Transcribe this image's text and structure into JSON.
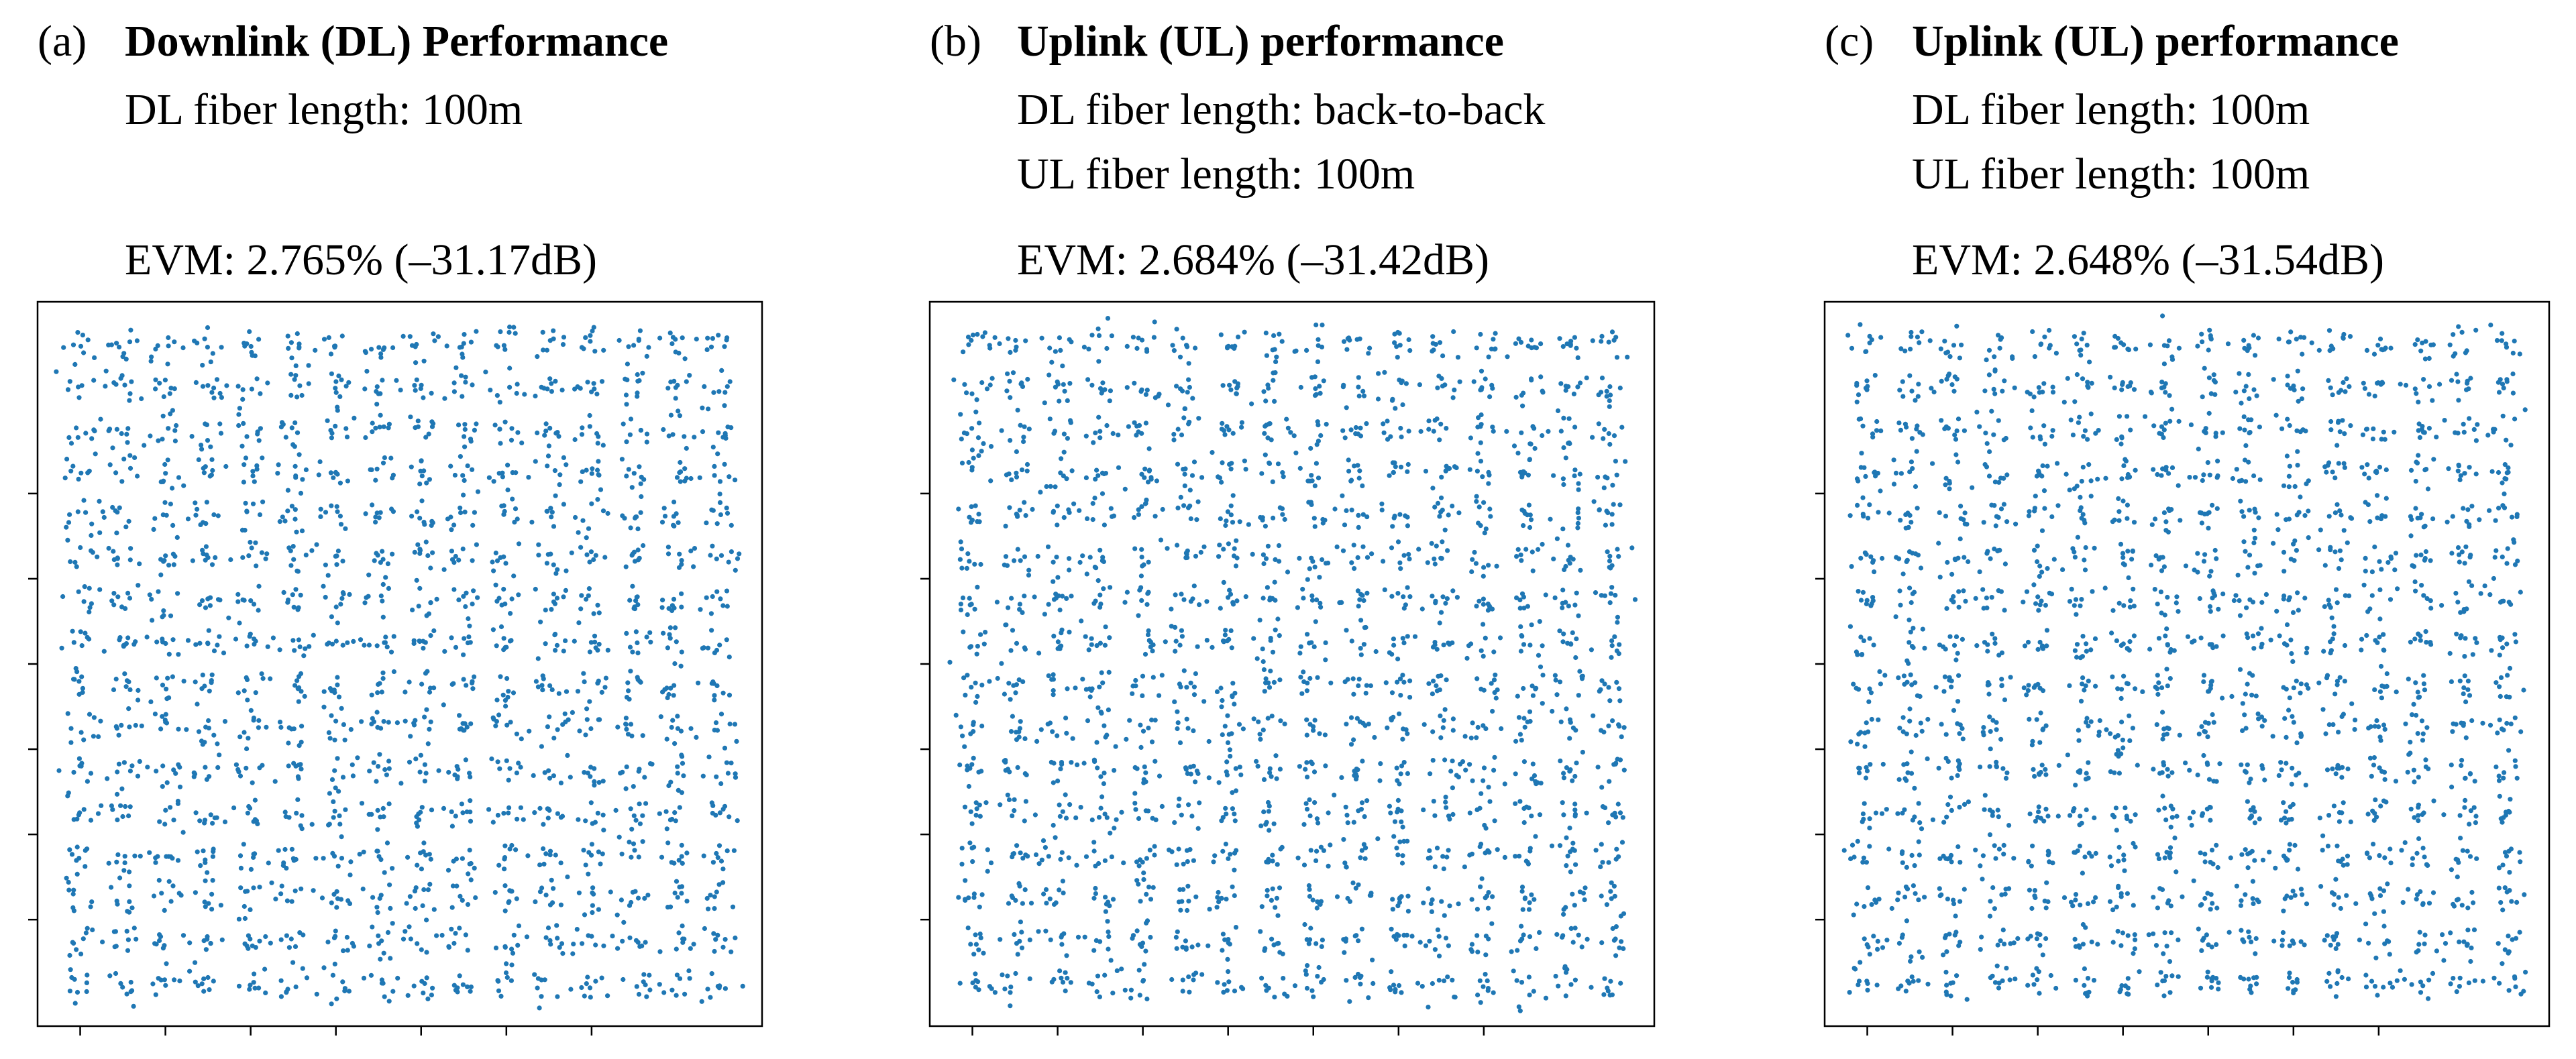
{
  "colors": {
    "marker": "#1f77b4",
    "axis": "#000000",
    "background": "#ffffff"
  },
  "chart_data": [
    {
      "type": "scatter",
      "tag": "(a)",
      "title": "Downlink (DL) Performance",
      "info_lines": [
        "DL fiber length: 100m"
      ],
      "evm_label": "EVM: 2.765% (–31.17dB)",
      "constellation": "256-QAM",
      "grid_levels": [
        -15,
        -13,
        -11,
        -9,
        -7,
        -5,
        -3,
        -1,
        1,
        3,
        5,
        7,
        9,
        11,
        13,
        15
      ],
      "points_per_symbol": 9,
      "spread": 0.42,
      "seed": 11,
      "xlim": [
        -17,
        17
      ],
      "ylim": [
        -17,
        17
      ],
      "xticks": [
        -15,
        -11,
        -7,
        -3,
        1,
        5,
        9
      ],
      "yticks": [
        -12,
        -8,
        -4,
        0,
        4,
        8
      ]
    },
    {
      "type": "scatter",
      "tag": "(b)",
      "title": "Uplink (UL) performance",
      "info_lines": [
        "DL fiber length: back-to-back",
        "UL fiber length: 100m"
      ],
      "evm_label": "EVM: 2.684% (–31.42dB)",
      "constellation": "256-QAM",
      "grid_levels": [
        -15,
        -13,
        -11,
        -9,
        -7,
        -5,
        -3,
        -1,
        1,
        3,
        5,
        7,
        9,
        11,
        13,
        15
      ],
      "points_per_symbol": 9,
      "spread": 0.41,
      "seed": 23,
      "xlim": [
        -17,
        17
      ],
      "ylim": [
        -17,
        17
      ],
      "xticks": [
        -15,
        -11,
        -7,
        -3,
        1,
        5,
        9
      ],
      "yticks": [
        -12,
        -8,
        -4,
        0,
        4,
        8
      ]
    },
    {
      "type": "scatter",
      "tag": "(c)",
      "title": "Uplink (UL) performance",
      "info_lines": [
        "DL fiber length: 100m",
        "UL fiber length: 100m"
      ],
      "evm_label": "EVM: 2.648% (–31.54dB)",
      "constellation": "256-QAM",
      "grid_levels": [
        -15,
        -13,
        -11,
        -9,
        -7,
        -5,
        -3,
        -1,
        1,
        3,
        5,
        7,
        9,
        11,
        13,
        15
      ],
      "points_per_symbol": 9,
      "spread": 0.4,
      "seed": 37,
      "xlim": [
        -17,
        17
      ],
      "ylim": [
        -17,
        17
      ],
      "xticks": [
        -15,
        -11,
        -7,
        -3,
        1,
        5,
        9
      ],
      "yticks": [
        -12,
        -8,
        -4,
        0,
        4,
        8
      ]
    }
  ]
}
